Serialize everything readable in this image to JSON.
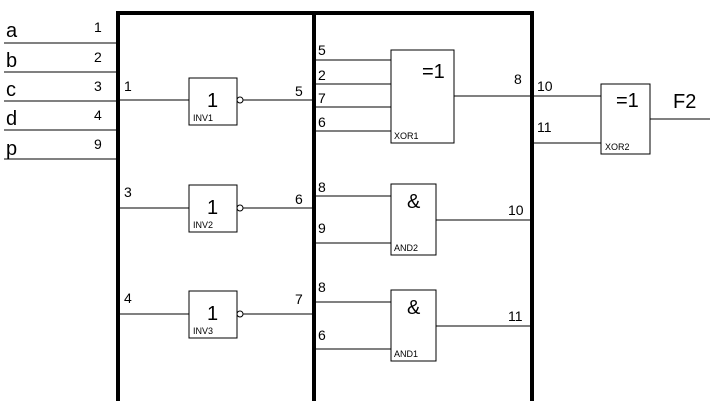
{
  "inputs": [
    {
      "name": "a",
      "num": "1"
    },
    {
      "name": "b",
      "num": "2"
    },
    {
      "name": "c",
      "num": "3"
    },
    {
      "name": "d",
      "num": "4"
    },
    {
      "name": "p",
      "num": "9"
    }
  ],
  "inverters": [
    {
      "symbol": "1",
      "name": "INV1",
      "in": "1",
      "out": "5"
    },
    {
      "symbol": "1",
      "name": "INV2",
      "in": "3",
      "out": "6"
    },
    {
      "symbol": "1",
      "name": "INV3",
      "in": "4",
      "out": "7"
    }
  ],
  "xor1": {
    "symbol": "=1",
    "name": "XOR1",
    "inputs": [
      "5",
      "2",
      "7",
      "6"
    ],
    "out": "8"
  },
  "and2": {
    "symbol": "&",
    "name": "AND2",
    "inputs": [
      "8",
      "9"
    ],
    "out": "10"
  },
  "and1": {
    "symbol": "&",
    "name": "AND1",
    "inputs": [
      "8",
      "6"
    ],
    "out": "11"
  },
  "xor2": {
    "symbol": "=1",
    "name": "XOR2",
    "inputs": [
      "10",
      "11"
    ],
    "output": "F2"
  }
}
